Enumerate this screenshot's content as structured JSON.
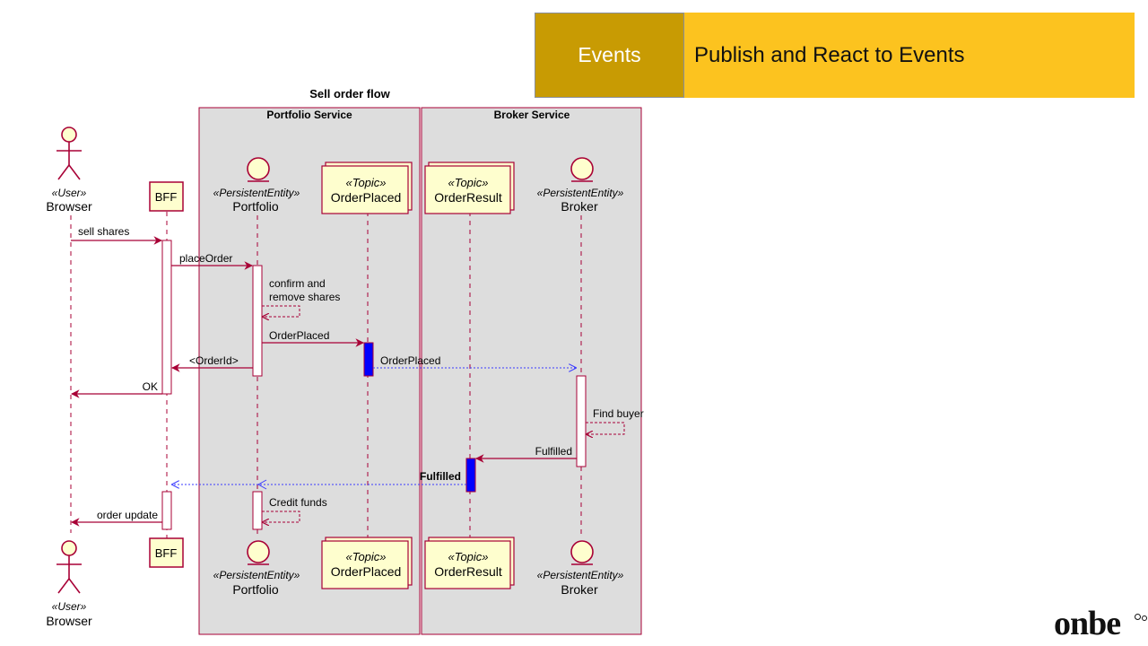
{
  "header": {
    "tag": "Events",
    "title": "Publish and React to Events"
  },
  "diagram": {
    "title": "Sell order flow",
    "boxes": [
      "Portfolio Service",
      "Broker Service"
    ],
    "participants": {
      "browser": {
        "stereotype": "«User»",
        "name": "Browser"
      },
      "bff": {
        "name": "BFF"
      },
      "portfolio": {
        "stereotype": "«PersistentEntity»",
        "name": "Portfolio"
      },
      "order_placed": {
        "stereotype": "«Topic»",
        "name": "OrderPlaced"
      },
      "order_result": {
        "stereotype": "«Topic»",
        "name": "OrderResult"
      },
      "broker": {
        "stereotype": "«PersistentEntity»",
        "name": "Broker"
      }
    },
    "messages": {
      "sell_shares": "sell shares",
      "place_order": "placeOrder",
      "confirm_1": "confirm and",
      "confirm_2": "remove shares",
      "order_placed_1": "OrderPlaced",
      "order_id": "<OrderId>",
      "order_placed_2": "OrderPlaced",
      "ok": "OK",
      "find_buyer": "Find buyer",
      "fulfilled_1": "Fulfilled",
      "fulfilled_2": "Fulfilled",
      "credit_funds": "Credit funds",
      "order_update": "order update"
    },
    "colors": {
      "arrow": "#a80036",
      "async_arrow": "#3a3aff",
      "participant_fill": "#fefece",
      "box_fill": "#dddddd",
      "activation_highlight": "#0000ff"
    }
  },
  "brand": {
    "logo": "onbe"
  }
}
